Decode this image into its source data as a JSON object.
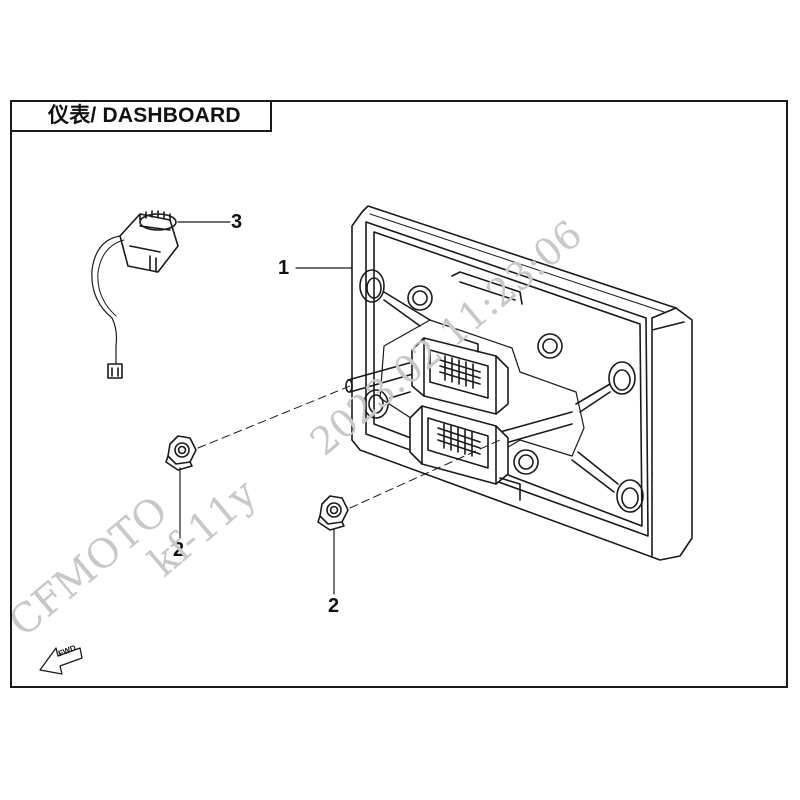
{
  "title": "仪表/ DASHBOARD",
  "callouts": {
    "dashboard": "1",
    "nut_left": "2",
    "nut_right": "2",
    "cap": "3"
  },
  "fwd_label": "FWD",
  "watermark": {
    "brand": "CFMOTO",
    "code": "kf-11y",
    "timestamp": "2023.02  11:23:06"
  },
  "colors": {
    "line": "#1a1a1a",
    "watermark": "#c8c8c8"
  }
}
